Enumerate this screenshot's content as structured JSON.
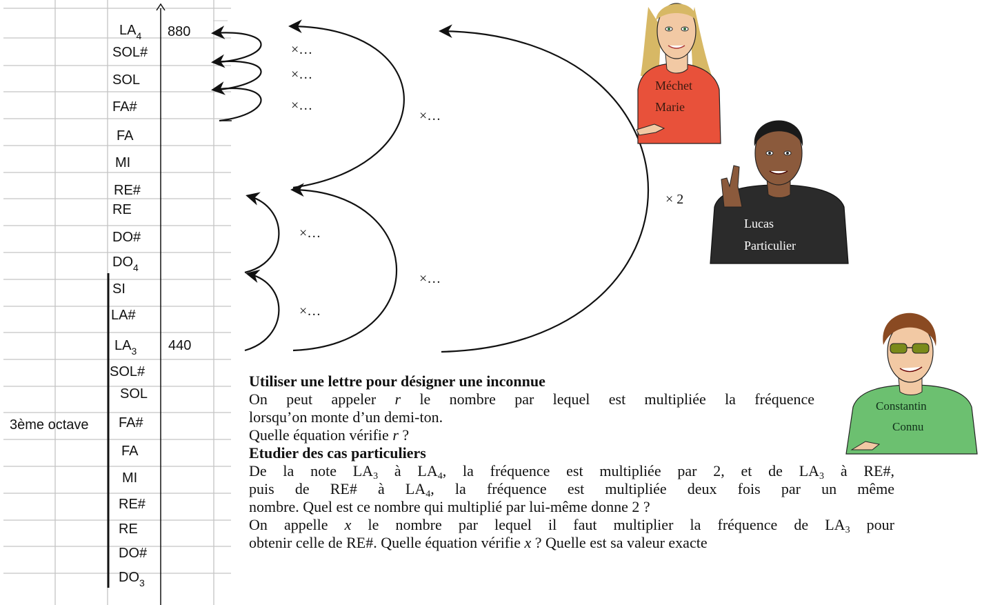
{
  "notes": {
    "la4": {
      "name": "LA",
      "sub": "4",
      "freq": "880"
    },
    "sol_sharp_4": "SOL#",
    "sol_4": "SOL",
    "fa_sharp_4": "FA#",
    "fa_4": "FA",
    "mi_4": "MI",
    "re_sharp_4": "RE#",
    "re_4": "RE",
    "do_sharp_4": "DO#",
    "do4": {
      "name": "DO",
      "sub": "4"
    },
    "si_3": "SI",
    "la_sharp_3": "LA#",
    "la3": {
      "name": "LA",
      "sub": "3",
      "freq": "440"
    },
    "sol_sharp_3": "SOL#",
    "sol_3": "SOL",
    "fa_sharp_3": "FA#",
    "fa_3": "FA",
    "mi_3": "MI",
    "re_sharp_3": "RE#",
    "re_3": "RE",
    "do_sharp_3": "DO#",
    "do3": {
      "name": "DO",
      "sub": "3"
    }
  },
  "octave_label": "3ème octave",
  "multipliers": {
    "small": "×…",
    "double": "× 2"
  },
  "characters": {
    "marie": {
      "line1": "Méchet",
      "line2": "Marie"
    },
    "lucas": {
      "line1": "Lucas",
      "line2": "Particulier"
    },
    "constantin": {
      "line1": "Constantin",
      "line2": "Connu"
    }
  },
  "text": {
    "heading1": "Utiliser une lettre pour désigner une inconnue",
    "p1_a": "On peut appeler ",
    "p1_var": "r",
    "p1_b": " le nombre par lequel est multipliée la fréquence",
    "p1_c": "lorsqu’on monte d’un demi-ton.",
    "p2_a": "Quelle équation vérifie ",
    "p2_var": "r",
    "p2_b": " ?",
    "heading2": "Etudier des cas particuliers",
    "p3_a": "De la note LA",
    "p3_sub1": "3",
    "p3_b": " à LA",
    "p3_sub2": "4",
    "p3_c": ", la fréquence est multipliée par 2, et de LA",
    "p3_sub3": "3",
    "p3_d": " à RE#,",
    "p4_a": "puis de RE# à LA",
    "p4_sub": "4",
    "p4_b": ", la fréquence est multipliée deux fois par un même",
    "p5": "nombre. Quel est ce nombre qui multiplié par lui-même donne 2 ?",
    "p6_a": "On appelle ",
    "p6_var": "x",
    "p6_b": " le nombre par lequel il faut multiplier la fréquence de LA",
    "p6_sub": "3",
    "p6_c": " pour",
    "p7_a": "obtenir celle de RE#. Quelle équation vérifie ",
    "p7_var": "x",
    "p7_b": " ? Quelle est sa valeur exacte"
  },
  "colors": {
    "marie_shirt": "#e8513a",
    "lucas_shirt": "#2b2b2b",
    "constantin_shirt": "#6cc070",
    "skin": "#f2c9a4",
    "grid": "#bfbfbf"
  }
}
